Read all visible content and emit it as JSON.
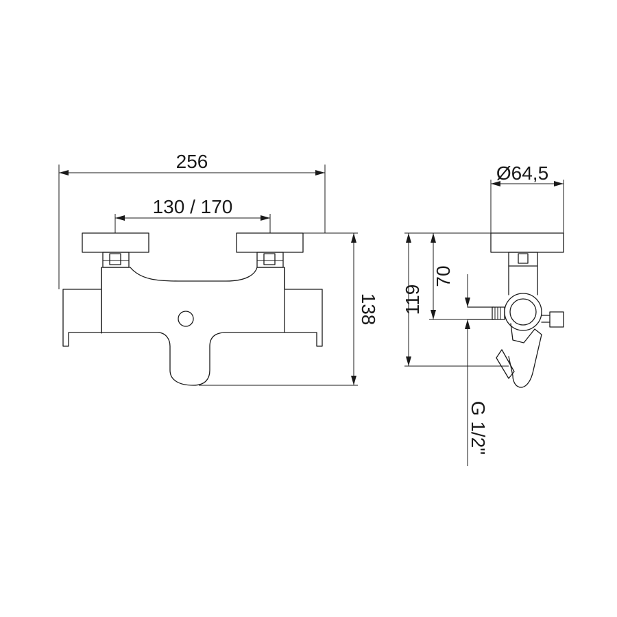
{
  "drawing": {
    "front_view": {
      "overall_width": "256",
      "center_distance": "130 / 170",
      "height": "138"
    },
    "side_view": {
      "knob_diameter": "Ø64,5",
      "height_to_connection": "70",
      "overall_height": "119",
      "thread": "G 1/2\""
    }
  }
}
